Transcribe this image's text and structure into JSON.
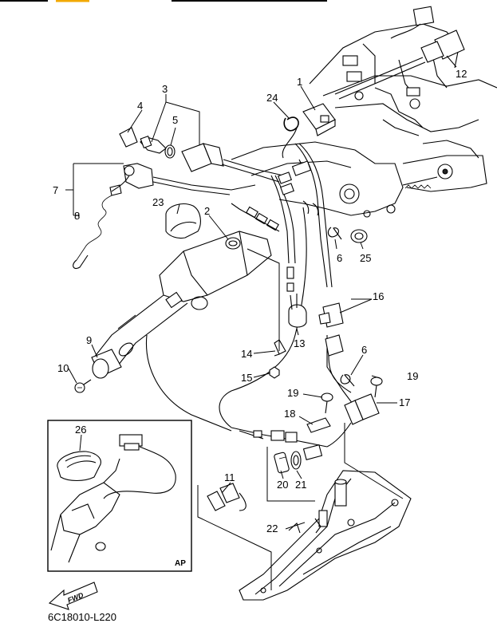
{
  "diagram": {
    "callouts": {
      "c1": "1",
      "c2": "2",
      "c3": "3",
      "c4": "4",
      "c5": "5",
      "c6a": "6",
      "c6b": "6",
      "c7": "7",
      "c8": "8",
      "c9": "9",
      "c10": "10",
      "c11": "11",
      "c12": "12",
      "c13": "13",
      "c14": "14",
      "c15": "15",
      "c16": "16",
      "c17": "17",
      "c18": "18",
      "c19a": "19",
      "c19b": "19",
      "c20": "20",
      "c21": "21",
      "c22": "22",
      "c23": "23",
      "c24": "24",
      "c25": "25",
      "c26": "26"
    },
    "inset_tag": "AP",
    "fwd_label": "FWD",
    "drawing_code": "6C18010-L220"
  },
  "colors": {
    "line": "#000000",
    "background": "#ffffff",
    "header_accent": "#f2a900"
  }
}
